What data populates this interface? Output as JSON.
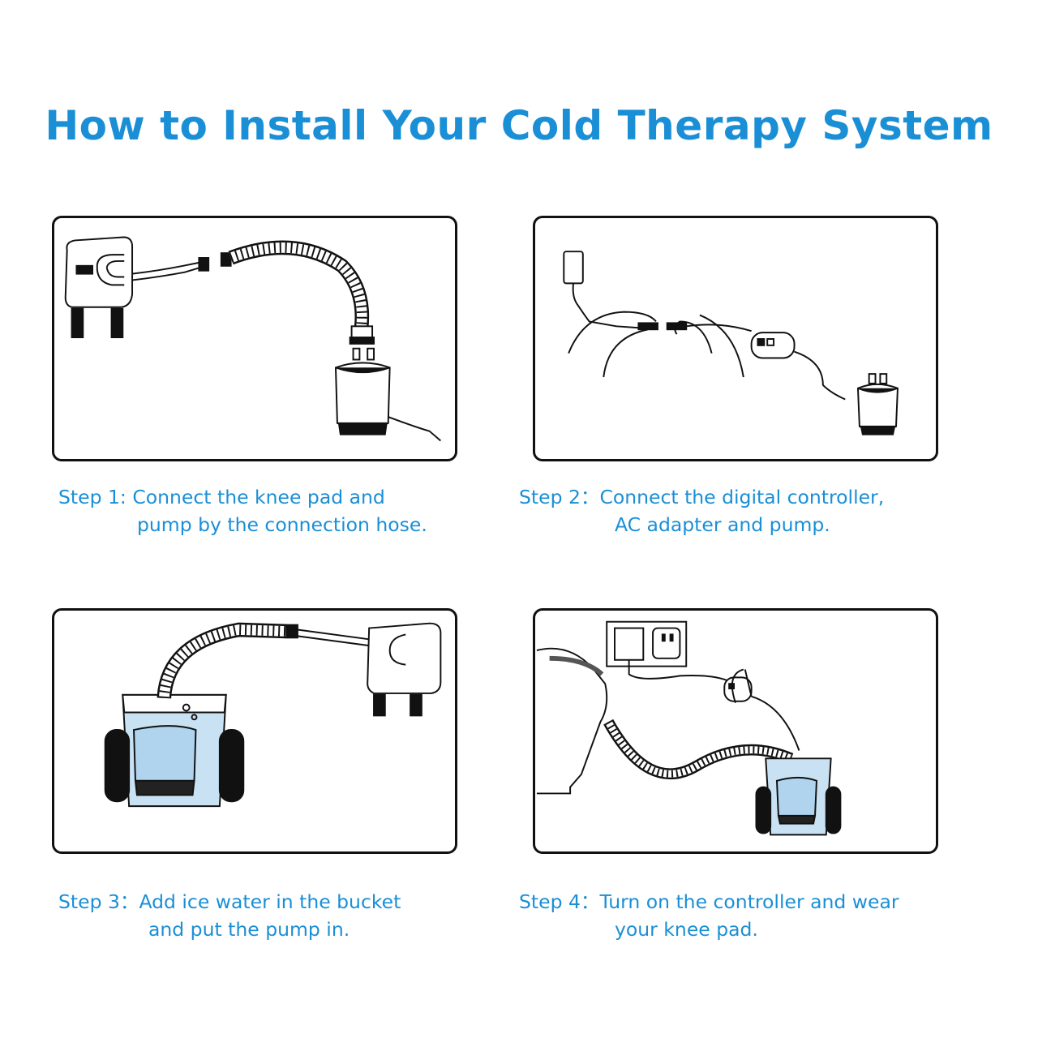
{
  "title": "How to Install Your Cold Therapy System",
  "colors": {
    "accent": "#1a8fd6",
    "ink": "#111111",
    "water": "#c9e2f3"
  },
  "steps": [
    {
      "label": "Step 1:",
      "line1": "Connect the knee pad and",
      "line2": "pump by the connection hose."
    },
    {
      "label": "Step 2：",
      "line1": "Connect the digital controller,",
      "line2": "AC adapter and pump."
    },
    {
      "label": "Step 3：",
      "line1": "Add ice water in the bucket",
      "line2": "and put the pump in."
    },
    {
      "label": "Step 4：",
      "line1": "Turn on the controller and wear",
      "line2": "your knee pad."
    }
  ]
}
